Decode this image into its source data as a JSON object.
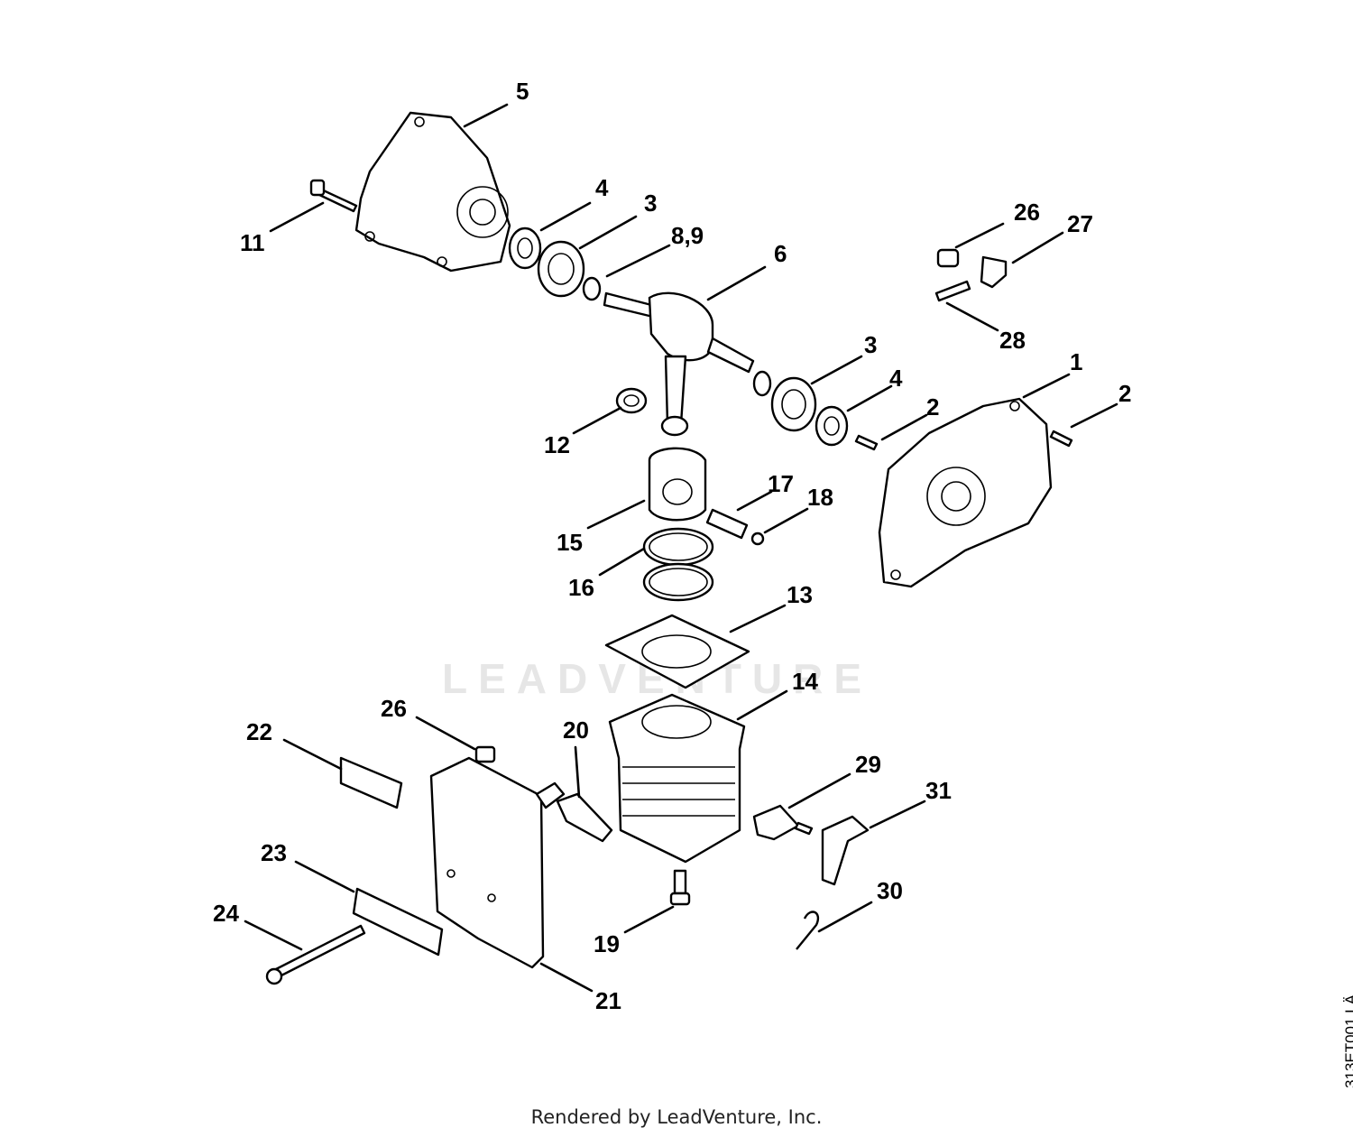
{
  "watermark": "LEADVENTURE",
  "footer": "Rendered by LeadVenture, Inc.",
  "drawing_code": "313ET001 LÄ",
  "callouts": [
    "1",
    "2",
    "2",
    "3",
    "3",
    "4",
    "4",
    "5",
    "6",
    "8,9",
    "11",
    "12",
    "13",
    "14",
    "15",
    "16",
    "17",
    "18",
    "19",
    "20",
    "21",
    "22",
    "23",
    "24",
    "26",
    "26",
    "27",
    "28",
    "29",
    "30",
    "31"
  ]
}
